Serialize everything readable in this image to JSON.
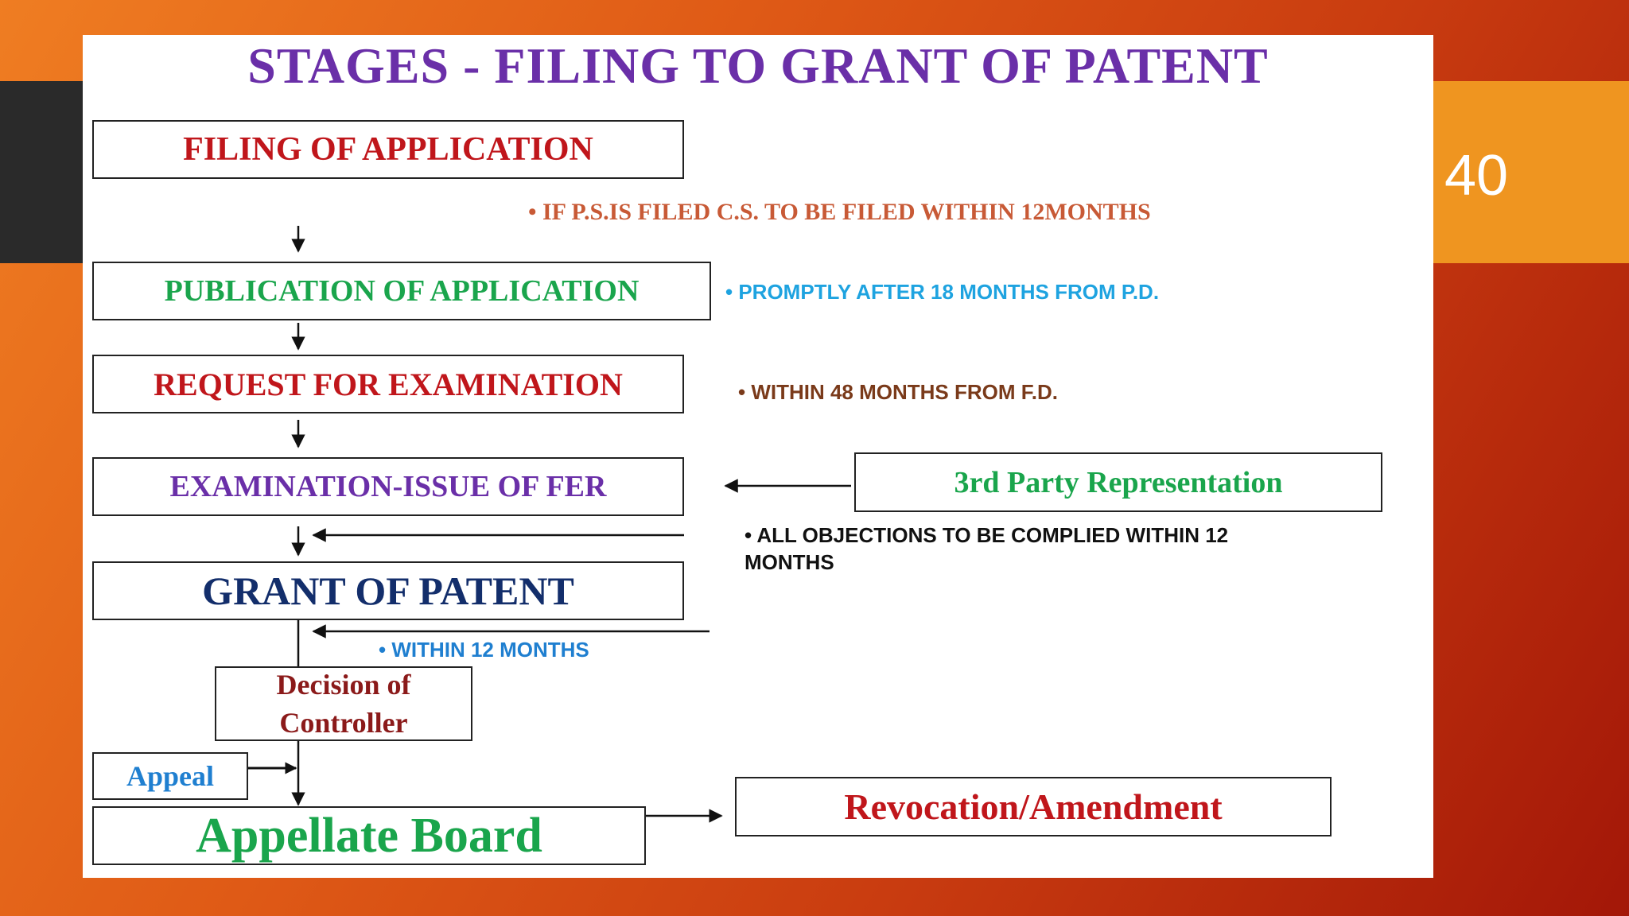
{
  "slide": {
    "number": "40",
    "title": "STAGES - FILING TO  GRANT OF PATENT"
  },
  "diagram": {
    "boxes": {
      "filing": "FILING OF APPLICATION",
      "publication": "PUBLICATION OF APPLICATION",
      "request": "REQUEST FOR EXAMINATION",
      "examination": "EXAMINATION-ISSUE OF FER",
      "third_party": "3rd Party Representation",
      "grant": "GRANT OF PATENT",
      "decision_line1": "Decision of",
      "decision_line2": "Controller",
      "appeal": "Appeal",
      "appellate": "Appellate  Board",
      "revocation": "Revocation/Amendment"
    },
    "notes": {
      "ps_cs": "• IF P.S.IS FILED C.S. TO BE FILED WITHIN 12MONTHS",
      "publication": "• PROMPTLY AFTER 18 MONTHS FROM P.D.",
      "request": "• WITHIN 48 MONTHS FROM F.D.",
      "objections_line1": "• ALL OBJECTIONS TO BE COMPLIED    WITHIN 12",
      "objections_line2": "MONTHS",
      "within12": "• WITHIN  12  MONTHS"
    },
    "colors": {
      "title": "#6a2fa8",
      "red": "#c0161b",
      "green": "#1aa54c",
      "purple": "#6a2fa8",
      "navy": "#132e6b",
      "maroon": "#8b1a1a",
      "blue": "#1f7fd0",
      "cyan": "#1ea3e0",
      "brown": "#7a3a1a",
      "ps_note": "#c85a36"
    }
  }
}
